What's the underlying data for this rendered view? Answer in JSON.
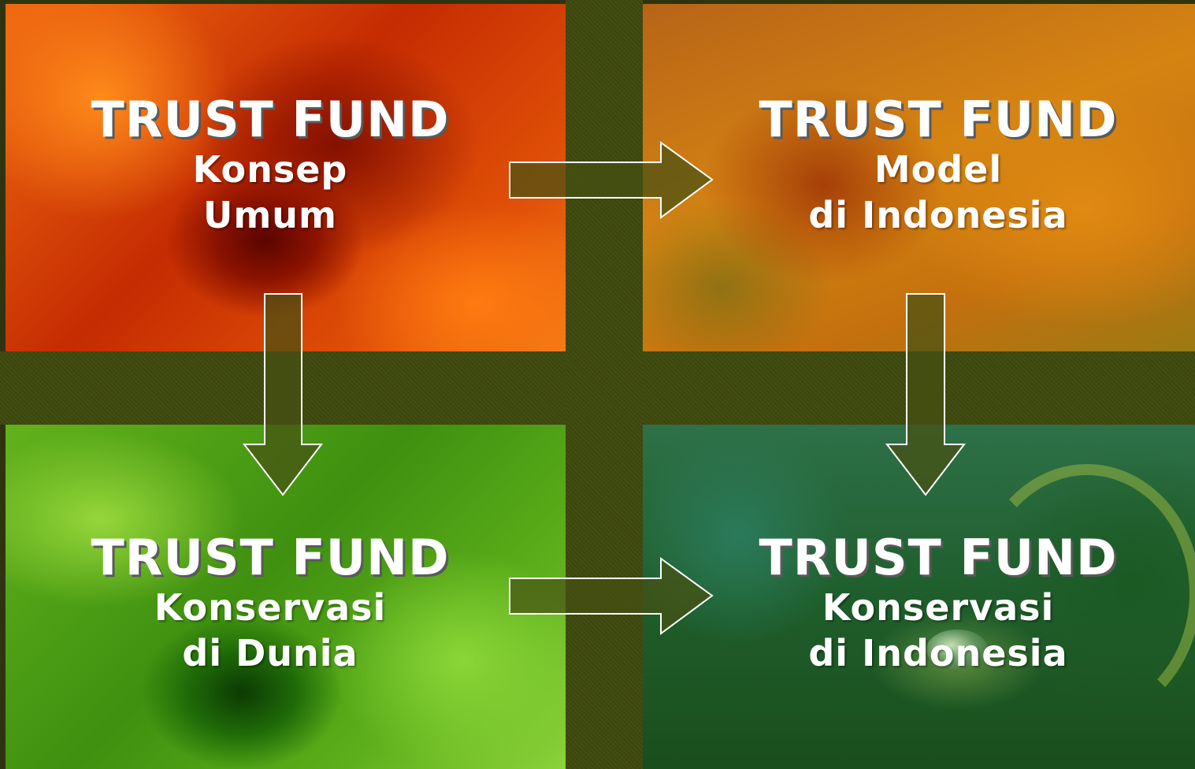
{
  "panels": [
    {
      "id": "panel-1",
      "title": "TRUST FUND",
      "line1": "Konsep",
      "line2": "Umum"
    },
    {
      "id": "panel-2",
      "title": "TRUST FUND",
      "line1": "Model",
      "line2": "di Indonesia"
    },
    {
      "id": "panel-3",
      "title": "TRUST FUND",
      "line1": "Konservasi",
      "line2": "di Dunia"
    },
    {
      "id": "panel-4",
      "title": "TRUST FUND",
      "line1": "Konservasi",
      "line2": "di Indonesia"
    }
  ],
  "colors": {
    "background": "#2f3410",
    "text": "#ffffff",
    "arrow_fill": "#465014",
    "arrow_stroke": "#ffffff"
  }
}
